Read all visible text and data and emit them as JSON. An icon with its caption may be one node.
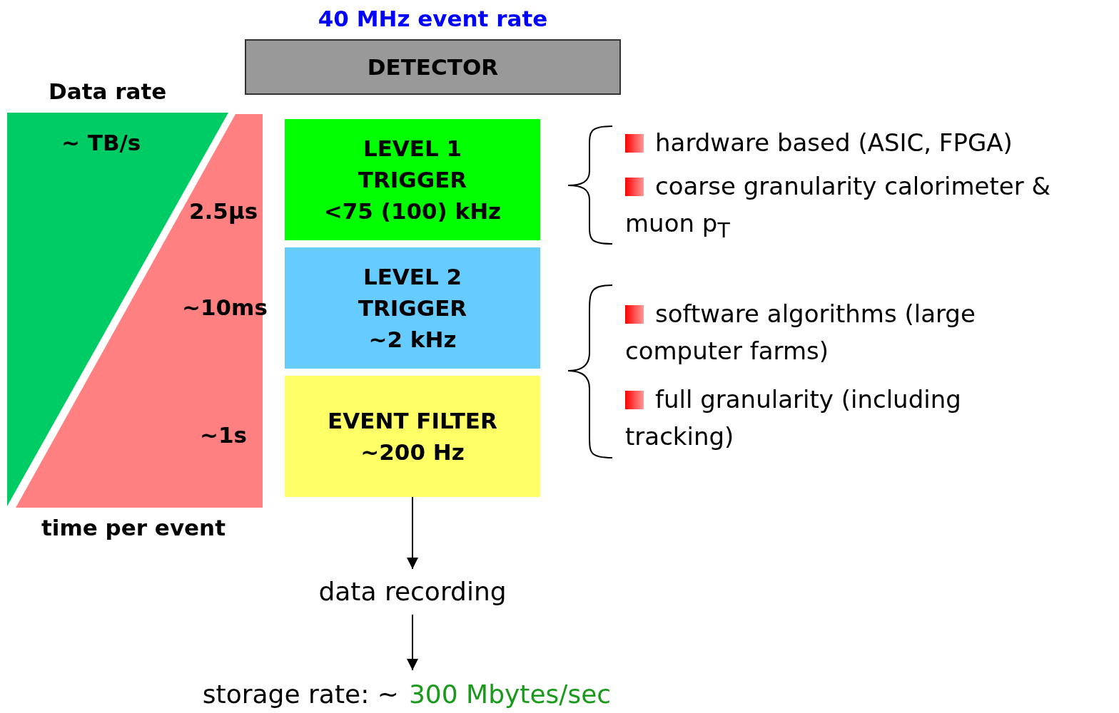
{
  "diagram": {
    "nodes": [
      {
        "text": [
          "DETECTOR"
        ],
        "beside": [
          "40 MHz event rate"
        ]
      },
      {
        "text": [
          "LEVEL 1 TRIGGER",
          "<75 (100) kHz"
        ]
      },
      {
        "text": [
          "LEVEL 2 TRIGGER",
          "~2 kHz"
        ]
      },
      {
        "text": [
          "EVENT FILTER",
          "~200 Hz"
        ]
      },
      {
        "text": [
          "data recording"
        ]
      },
      {
        "text": [
          "storage rate: ~",
          "300 Mbytes/sec"
        ]
      }
    ],
    "edges": [
      {
        "from": 3,
        "to": 4,
        "arrow": "to"
      },
      {
        "from": 4,
        "to": 5,
        "arrow": "to"
      }
    ],
    "labels": [
      "Data rate",
      "~ TB/s",
      "2.5μs",
      "~10ms",
      "~1s",
      "time per event",
      "hardware based (ASIC, FPGA)",
      "coarse granularity calorimeter & muon p$_{T}$",
      "software algorithms (large computer farms)",
      "full granularity (including tracking)"
    ]
  }
}
